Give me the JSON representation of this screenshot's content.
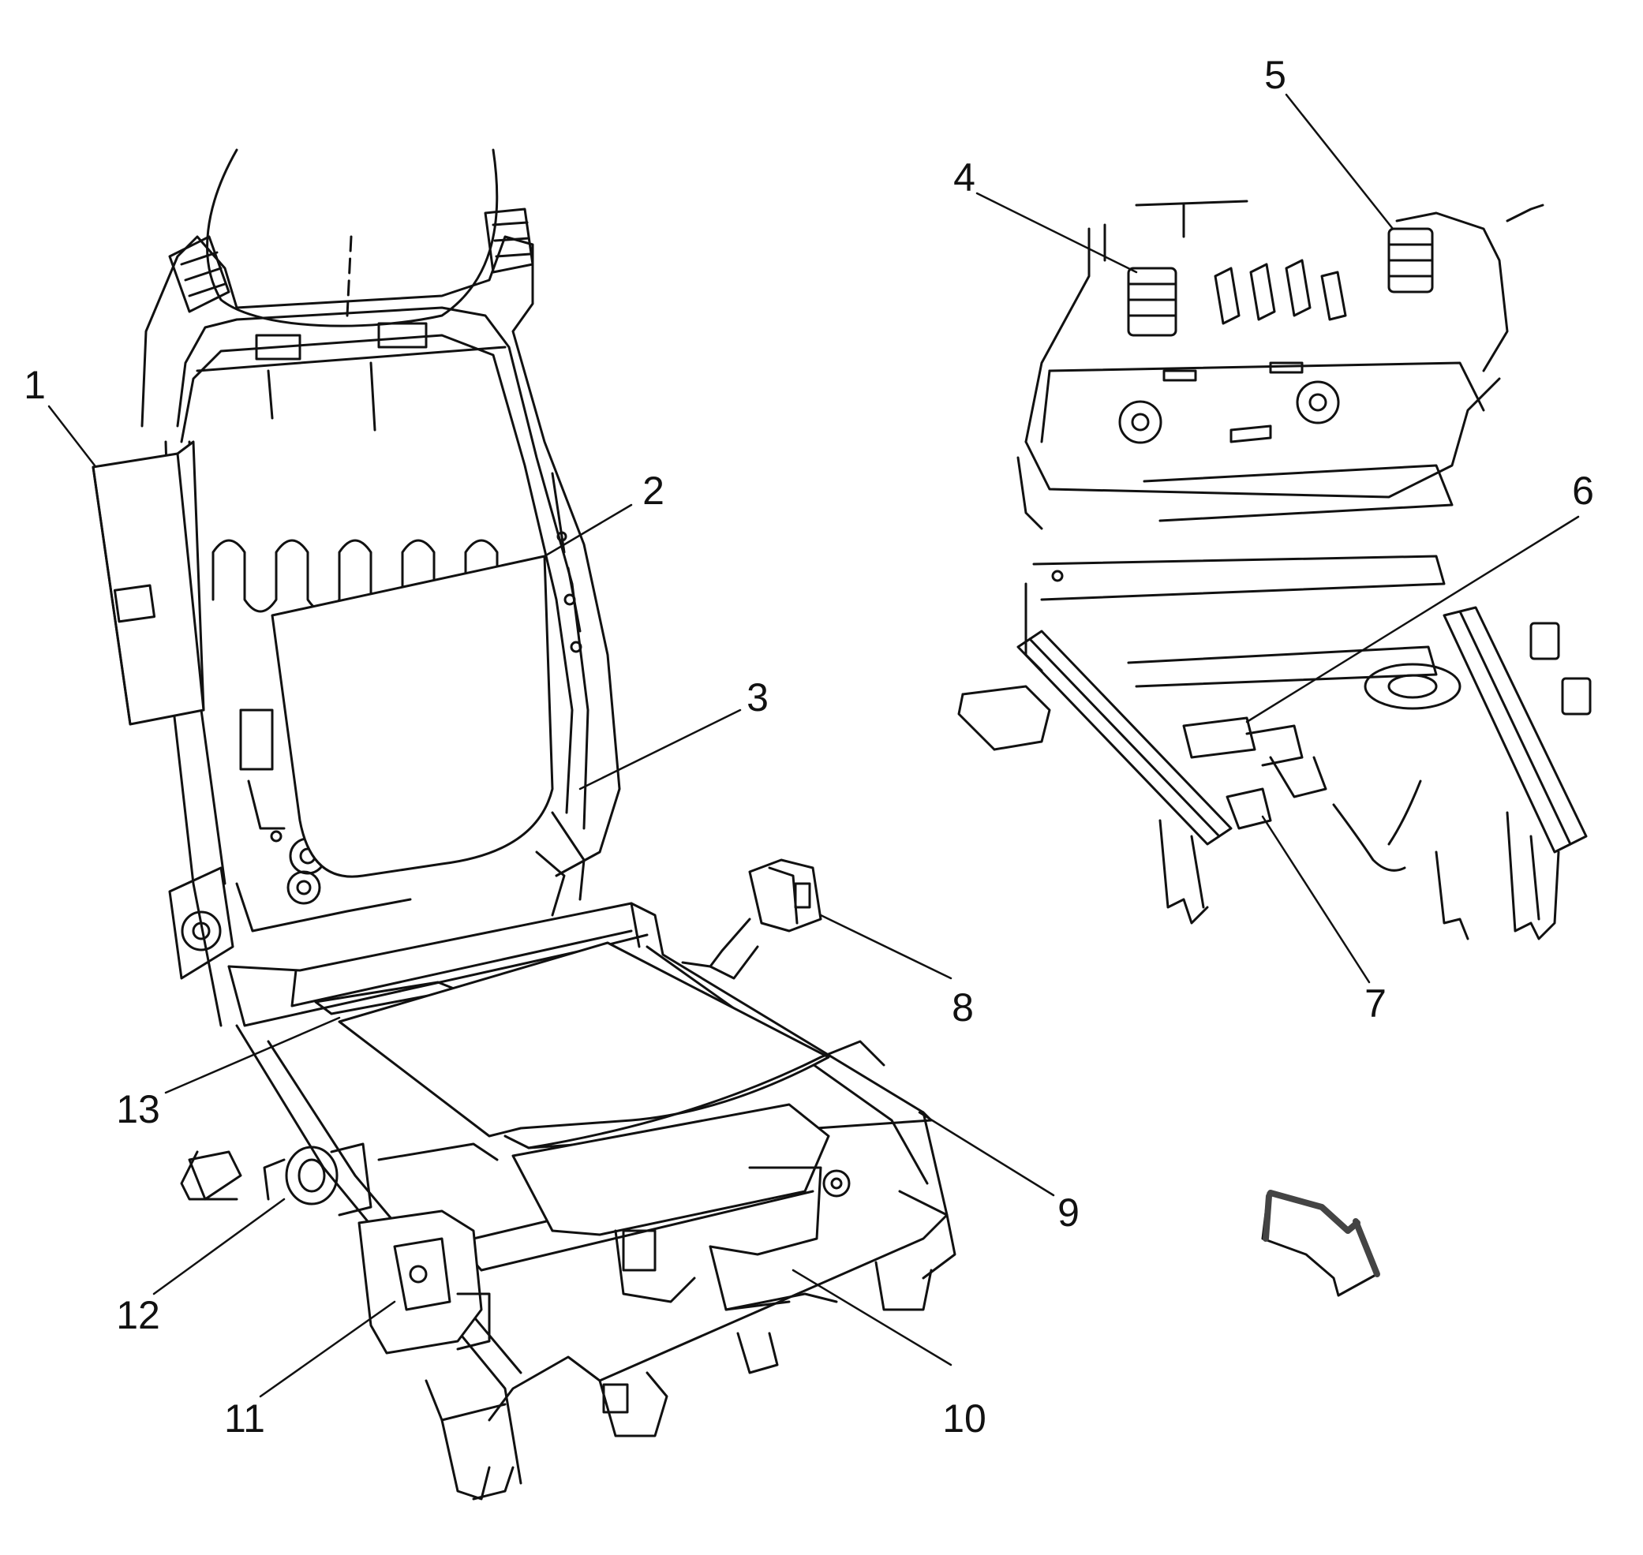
{
  "diagram": {
    "callouts": [
      {
        "id": "callout-1",
        "text": "1"
      },
      {
        "id": "callout-2",
        "text": "2"
      },
      {
        "id": "callout-3",
        "text": "3"
      },
      {
        "id": "callout-4",
        "text": "4"
      },
      {
        "id": "callout-5",
        "text": "5"
      },
      {
        "id": "callout-6",
        "text": "6"
      },
      {
        "id": "callout-7",
        "text": "7"
      },
      {
        "id": "callout-8",
        "text": "8"
      },
      {
        "id": "callout-9",
        "text": "9"
      },
      {
        "id": "callout-10",
        "text": "10"
      },
      {
        "id": "callout-11",
        "text": "11"
      },
      {
        "id": "callout-12",
        "text": "12"
      },
      {
        "id": "callout-13",
        "text": "13"
      }
    ],
    "icons": {
      "direction_arrow": "forward-direction-arrow-icon"
    },
    "colors": {
      "line": "#111111",
      "background": "#ffffff",
      "arrow_shadow": "#444444"
    }
  }
}
